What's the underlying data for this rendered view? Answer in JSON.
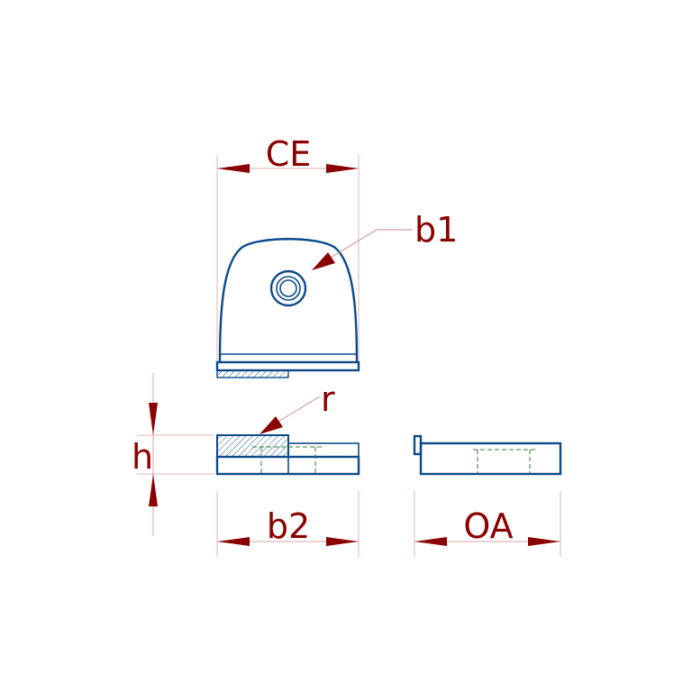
{
  "dimensions": {
    "ce": "CE",
    "b1": "b1",
    "r": "r",
    "h": "h",
    "b2": "b2",
    "oa": "OA"
  },
  "colors": {
    "part_outline": "#0d4a8a",
    "dimension_text": "#8b0000",
    "extension_line": "#e7b6b6",
    "hidden_line": "#2e7d32"
  }
}
